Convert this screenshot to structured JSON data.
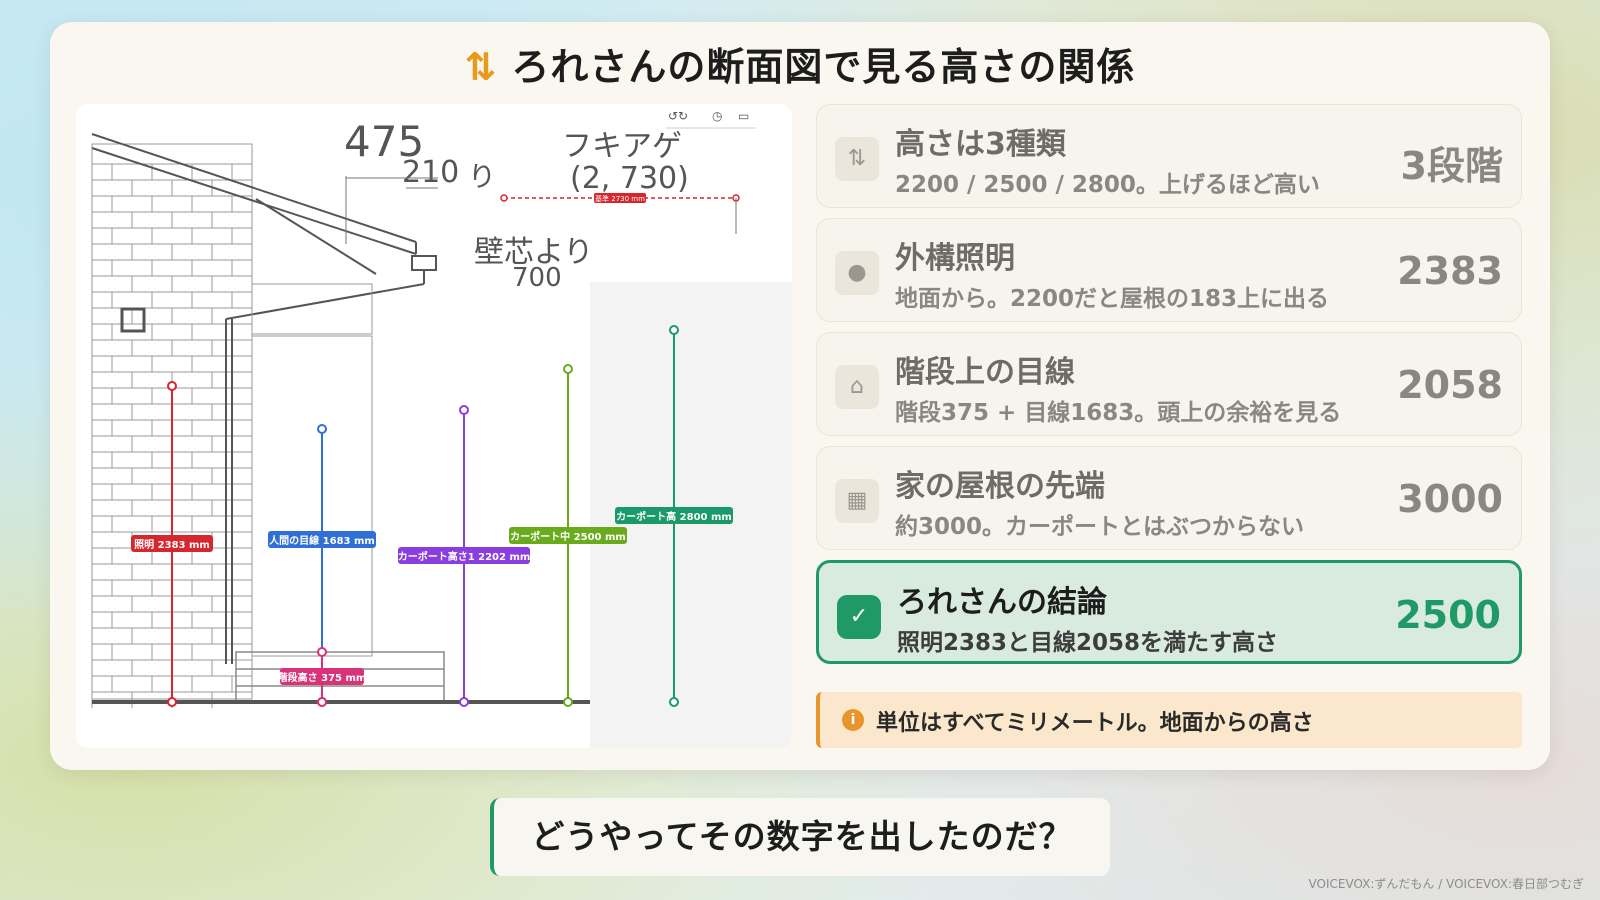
{
  "title": "ろれさんの断面図で見る高さの関係",
  "title_icon": "up-down-arrows-icon",
  "diagram": {
    "dim_475": "475",
    "dim_210": "210",
    "text_ri": "り",
    "fukiage": "フキアゲ",
    "fukiage_value": "(2, 730)",
    "base_label": "基準 2730 mm",
    "wall_text": "壁芯より",
    "wall_value": "700",
    "measures": [
      {
        "label": "照明 2383 mm",
        "color": "#d7262e"
      },
      {
        "label": "人間の目線 1683 mm",
        "color": "#2f6fd6"
      },
      {
        "label": "カーポート高さ1 2202 mm",
        "color": "#8a3ee0"
      },
      {
        "label": "カーポート中 2500 mm",
        "color": "#6aab1e"
      },
      {
        "label": "カーポート高 2800 mm",
        "color": "#1a9a6a"
      },
      {
        "label": "階段高さ 375 mm",
        "color": "#d8327a"
      }
    ]
  },
  "rows": [
    {
      "icon": "up-down-arrows-icon",
      "title": "高さは3種類",
      "sub": "2200 / 2500 / 2800。上げるほど高い",
      "value": "3段階"
    },
    {
      "icon": "lightbulb-icon",
      "title": "外構照明",
      "sub": "地面から。2200だと屋根の183上に出る",
      "value": "2383"
    },
    {
      "icon": "house-icon",
      "title": "階段上の目線",
      "sub": "階段375 + 目線1683。頭上の余裕を見る",
      "value": "2058"
    },
    {
      "icon": "grid-icon",
      "title": "家の屋根の先端",
      "sub": "約3000。カーポートとはぶつからない",
      "value": "3000"
    },
    {
      "icon": "check-icon",
      "title": "ろれさんの結論",
      "sub": "照明2383と目線2058を満たす高さ",
      "value": "2500"
    }
  ],
  "note": {
    "icon": "info-icon",
    "text": "単位はすべてミリメートル。地面からの高さ"
  },
  "subtitle": "どうやってその数字を出したのだ？",
  "credit": "VOICEVOX:ずんだもん / VOICEVOX:春日部つむぎ"
}
